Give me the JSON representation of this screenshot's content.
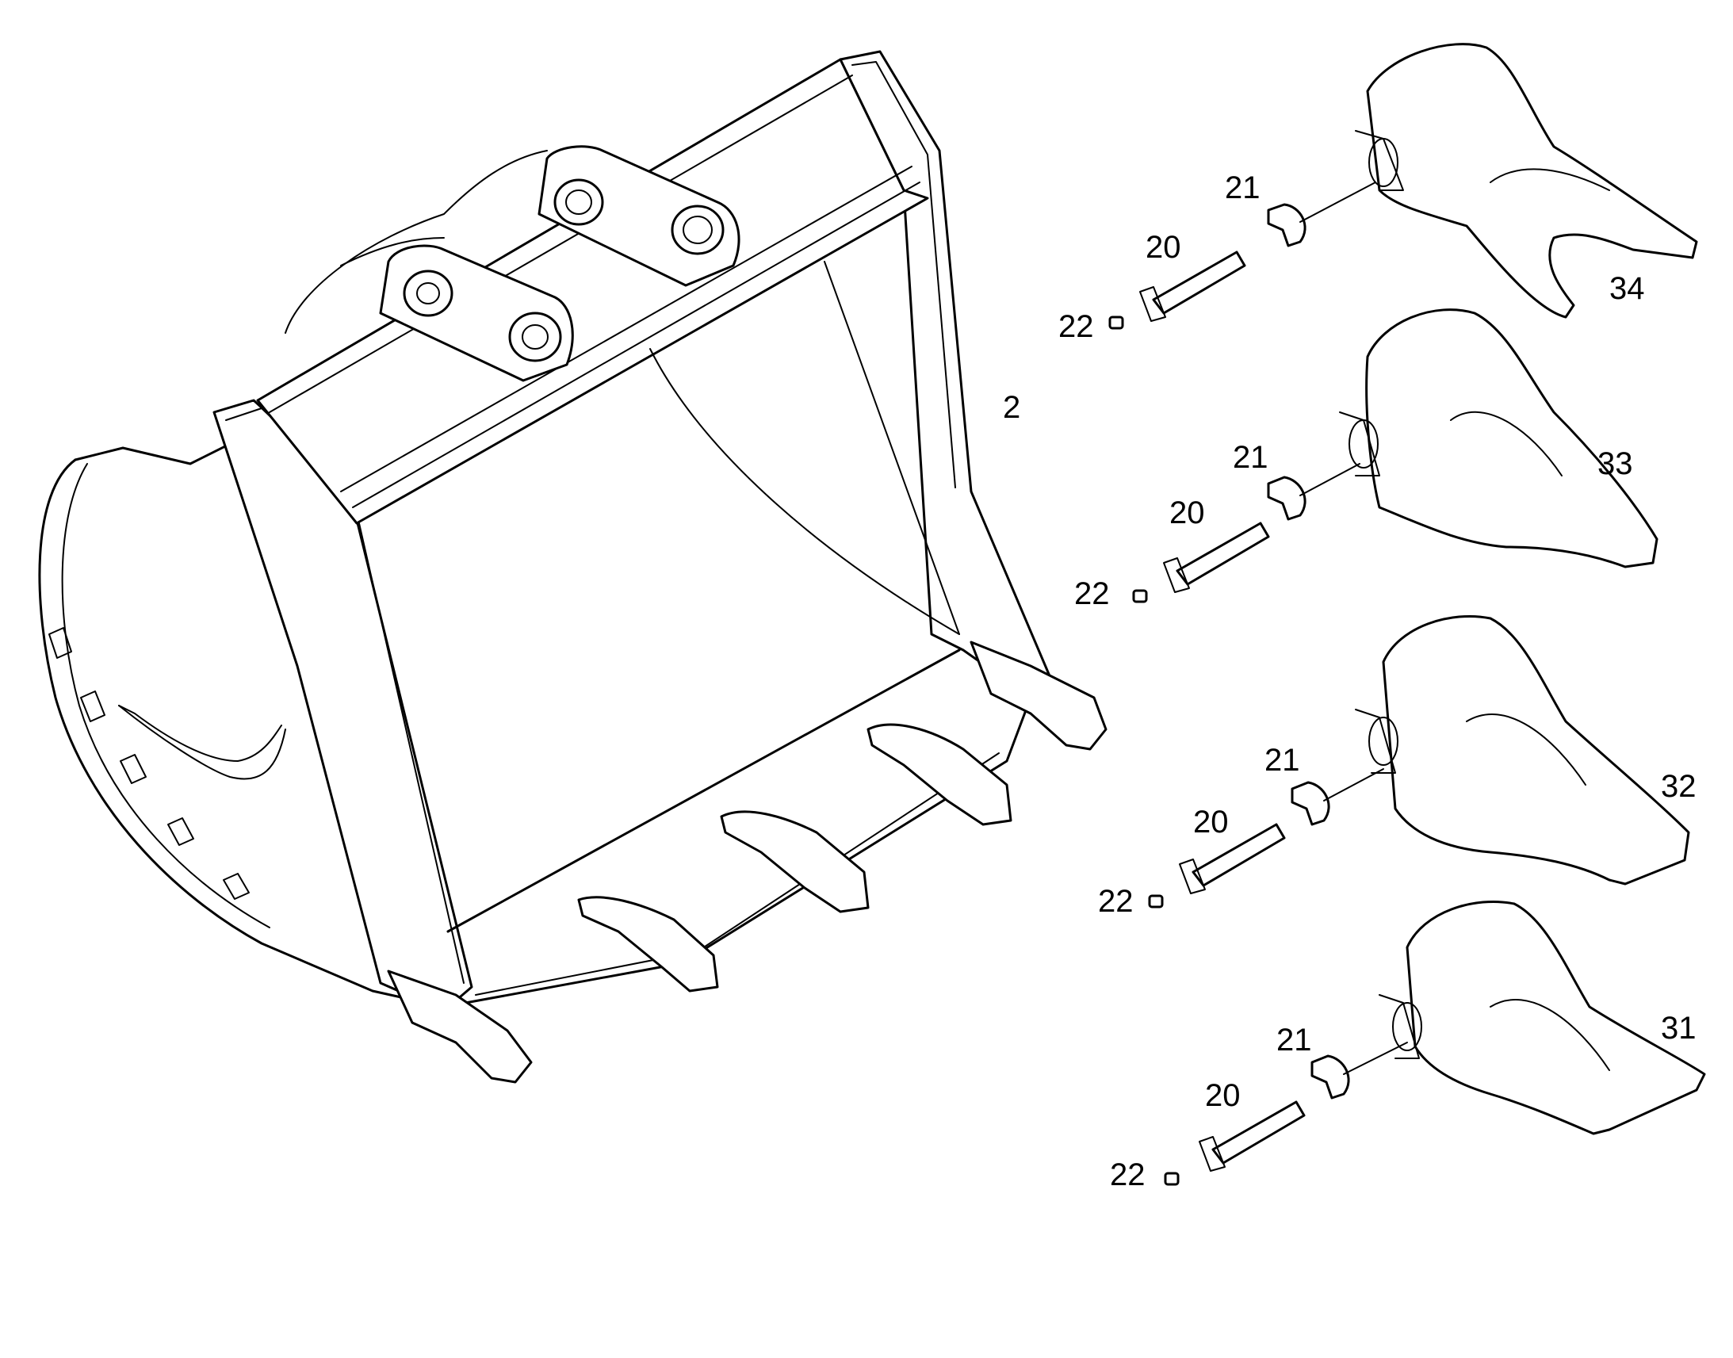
{
  "bucket": {
    "label": "2"
  },
  "tooth_groups": [
    {
      "tooth": "34",
      "retainer": "21",
      "pin": "20",
      "lock": "22"
    },
    {
      "tooth": "33",
      "retainer": "21",
      "pin": "20",
      "lock": "22"
    },
    {
      "tooth": "32",
      "retainer": "21",
      "pin": "20",
      "lock": "22"
    },
    {
      "tooth": "31",
      "retainer": "21",
      "pin": "20",
      "lock": "22"
    }
  ]
}
